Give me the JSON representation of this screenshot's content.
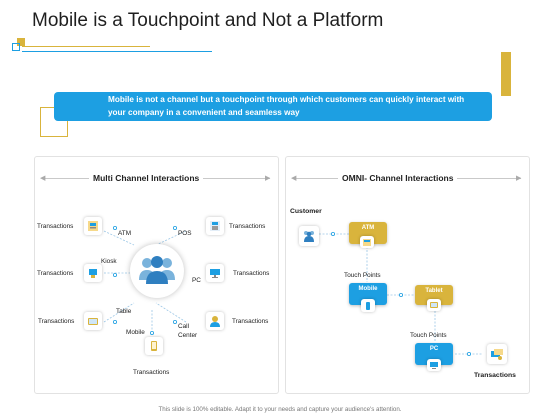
{
  "title": "Mobile is a Touchpoint and Not a Platform",
  "banner": "Mobile is not a channel but a touchpoint through which customers can quickly interact with your company in a convenient and seamless way",
  "left_panel": {
    "title": "Multi Channel Interactions",
    "channels": [
      "ATM",
      "POS",
      "Kiosk",
      "PC",
      "Table",
      "Call Center",
      "Mobile"
    ],
    "transactions_label": "Transactions"
  },
  "right_panel": {
    "title": "OMNI- Channel Interactions",
    "customer_label": "Customer",
    "touch_points_label": "Touch Points",
    "boxes": [
      "ATM",
      "Mobile",
      "Tablet",
      "PC"
    ],
    "transactions_label": "Transactions"
  },
  "footer": "This slide is 100% editable. Adapt it to your needs and capture your audience's attention.",
  "colors": {
    "blue": "#1d9fe2",
    "gold": "#d9b43c",
    "accent_line": "#1d9fe2"
  }
}
